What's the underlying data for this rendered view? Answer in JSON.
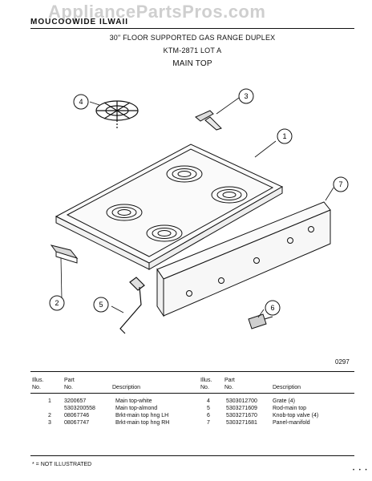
{
  "watermark": "AppliancePartsPros.com",
  "model_code": "MOUCOOWIDE ILWAII",
  "header": {
    "line1": "30\" FLOOR SUPPORTED GAS RANGE DUPLEX",
    "line2": "KTM-2871 LOT A",
    "line3": "MAIN TOP"
  },
  "callouts": [
    "1",
    "2",
    "3",
    "4",
    "5",
    "6",
    "7"
  ],
  "page_code": "0297",
  "table": {
    "head_illus": "Illus.",
    "head_no": "No.",
    "head_part": "Part",
    "head_part_no": "No.",
    "head_desc": "Description",
    "left_rows": [
      {
        "illus": "1",
        "part": "3200657",
        "desc": "Main top-white"
      },
      {
        "illus": "",
        "part": "5303200558",
        "desc": "Main top-almond"
      },
      {
        "illus": "2",
        "part": "08067746",
        "desc": "Brkt-main top hng LH"
      },
      {
        "illus": "3",
        "part": "08067747",
        "desc": "Brkt-main top hng RH"
      }
    ],
    "right_rows": [
      {
        "illus": "4",
        "part": "5303012700",
        "desc": "Grate (4)"
      },
      {
        "illus": "5",
        "part": "5303271609",
        "desc": "Rod-main top"
      },
      {
        "illus": "6",
        "part": "5303271670",
        "desc": "Knob-top valve (4)"
      },
      {
        "illus": "7",
        "part": "5303271681",
        "desc": "Panel-manifold"
      }
    ]
  },
  "note": "* = NOT ILLUSTRATED",
  "footer_dots": "• • •"
}
